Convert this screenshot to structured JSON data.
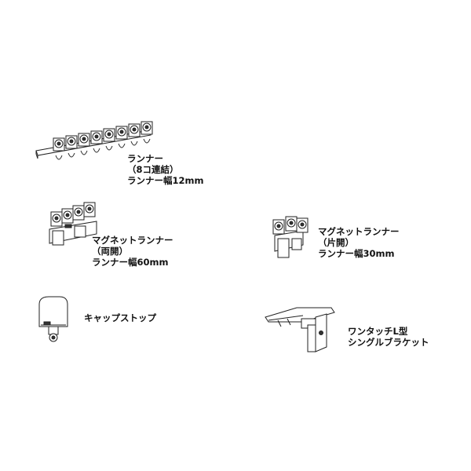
{
  "parts": [
    {
      "id": "runner-8",
      "lines": [
        "ランナー",
        "（8コ連結）",
        "ランナー幅12mm"
      ]
    },
    {
      "id": "magnet-runner-double",
      "lines": [
        "マグネットランナー",
        "（両開）",
        "ランナー幅60mm"
      ]
    },
    {
      "id": "magnet-runner-single",
      "lines": [
        "マグネットランナー",
        "（片開）",
        "ランナー幅30mm"
      ]
    },
    {
      "id": "cap-stop",
      "lines": [
        "キャップストップ"
      ]
    },
    {
      "id": "one-touch-bracket",
      "lines": [
        "ワンタッチL型",
        "シングルブラケット"
      ]
    }
  ]
}
